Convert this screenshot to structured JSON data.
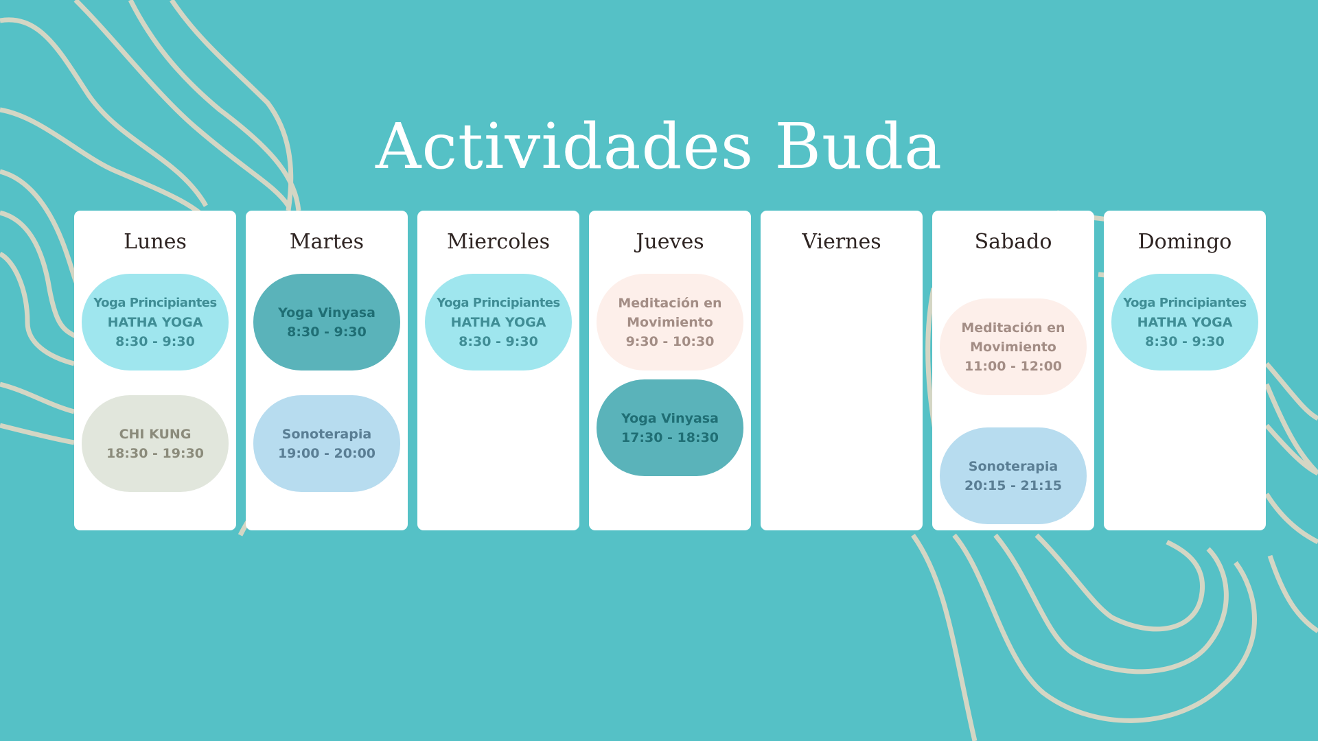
{
  "title": "Actividades Buda",
  "days": [
    {
      "name": "Lunes",
      "activities": [
        {
          "lines": [
            "Yoga Principiantes",
            "HATHA YOGA",
            "8:30 - 9:30"
          ],
          "color": "#9fe6ee"
        },
        {
          "lines": [
            "CHI KUNG",
            "18:30 - 19:30"
          ],
          "color": "#e1e6dc"
        }
      ]
    },
    {
      "name": "Martes",
      "activities": [
        {
          "lines": [
            "Yoga Vinyasa",
            "8:30 - 9:30"
          ],
          "color": "#5ab3ba"
        },
        {
          "lines": [
            "Sonoterapia",
            "19:00 - 20:00"
          ],
          "color": "#b7dcef"
        }
      ]
    },
    {
      "name": "Miercoles",
      "activities": [
        {
          "lines": [
            "Yoga Principiantes",
            "HATHA YOGA",
            "8:30 - 9:30"
          ],
          "color": "#9fe6ee"
        }
      ]
    },
    {
      "name": "Jueves",
      "activities": [
        {
          "lines": [
            "Meditación en",
            "Movimiento",
            "9:30 - 10:30"
          ],
          "color": "#fdefea"
        },
        {
          "lines": [
            "Yoga Vinyasa",
            "17:30 - 18:30"
          ],
          "color": "#5ab3ba"
        }
      ]
    },
    {
      "name": "Viernes",
      "activities": []
    },
    {
      "name": "Sabado",
      "activities": [
        {
          "lines": [
            "Meditación en",
            "Movimiento",
            "11:00 - 12:00"
          ],
          "color": "#fdefea"
        },
        {
          "lines": [
            "Sonoterapia",
            "20:15 - 21:15"
          ],
          "color": "#b7dcef"
        }
      ]
    },
    {
      "name": "Domingo",
      "activities": [
        {
          "lines": [
            "Yoga Principiantes",
            "HATHA YOGA",
            "8:30 - 9:30"
          ],
          "color": "#9fe6ee"
        }
      ]
    }
  ]
}
